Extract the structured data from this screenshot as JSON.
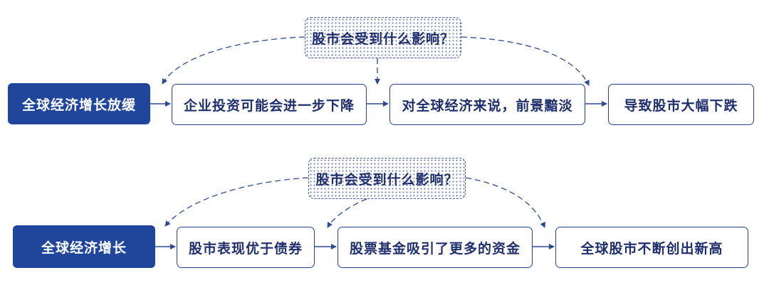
{
  "colors": {
    "accent": "#20469c",
    "border": "#22428f",
    "text": "#1f2f6e"
  },
  "diagram1": {
    "question": "股市会受到什么影响？",
    "start": "全球经济增长放缓",
    "steps": [
      "企业投资可能会进一步下降",
      "对全球经济来说，前景黯淡",
      "导致股市大幅下跌"
    ]
  },
  "diagram2": {
    "question": "股市会受到什么影响？",
    "start": "全球经济增长",
    "steps": [
      "股市表现优于债券",
      "股票基金吸引了更多的资金",
      "全球股市不断创出新高"
    ]
  }
}
